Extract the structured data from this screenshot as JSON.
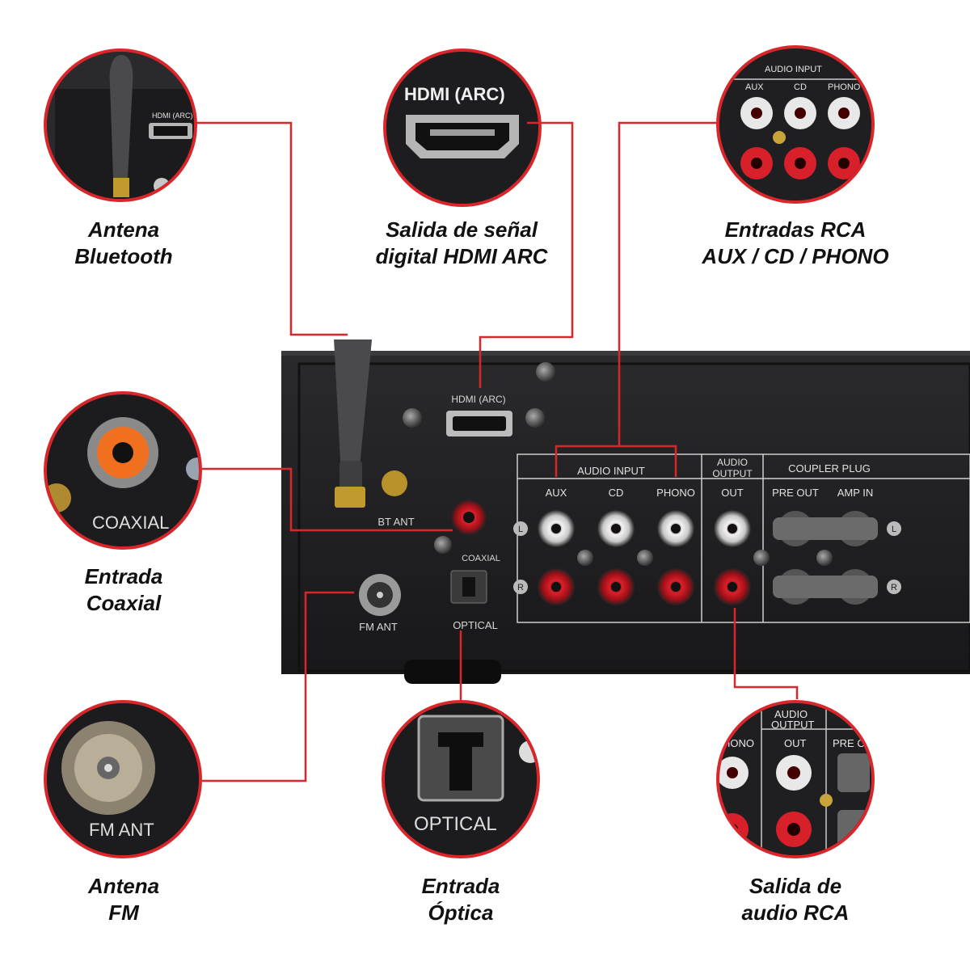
{
  "callouts": {
    "bt_antenna": [
      "Antena",
      "Bluetooth"
    ],
    "hdmi": [
      "Salida de señal",
      "digital HDMI ARC"
    ],
    "rca_in": [
      "Entradas RCA",
      "AUX / CD / PHONO"
    ],
    "coaxial": [
      "Entrada",
      "Coaxial"
    ],
    "fm": [
      "Antena",
      "FM"
    ],
    "optical": [
      "Entrada",
      "Óptica"
    ],
    "rca_out": [
      "Salida de",
      "audio RCA"
    ]
  },
  "panel": {
    "hdmi": "HDMI (ARC)",
    "bt_ant": "BT ANT",
    "fm_ant": "FM ANT",
    "coaxial": "COAXIAL",
    "optical": "OPTICAL",
    "audio_input": "AUDIO INPUT",
    "audio_output_1": "AUDIO",
    "audio_output_2": "OUTPUT",
    "coupler_plug": "COUPLER PLUG",
    "aux": "AUX",
    "cd": "CD",
    "phono": "PHONO",
    "out": "OUT",
    "pre_out": "PRE OUT",
    "amp_in": "AMP IN",
    "left": "L",
    "right": "R"
  },
  "zoom": {
    "bt_hdmi": "HDMI (ARC)",
    "hdmi": "HDMI (ARC)",
    "rca_header": "AUDIO INPUT",
    "rca_aux": "AUX",
    "rca_cd": "CD",
    "rca_phono": "PHONO",
    "coax": "COAXIAL",
    "fm": "FM ANT",
    "optical": "OPTICAL",
    "out_header_1": "AUDIO",
    "out_header_2": "OUTPUT",
    "out_phono": "HONO",
    "out_out": "OUT",
    "out_pre": "PRE OU"
  },
  "colors": {
    "accent": "#d9262b",
    "chassis": "#1e1e20",
    "panel_line": "#cfcfcf"
  }
}
